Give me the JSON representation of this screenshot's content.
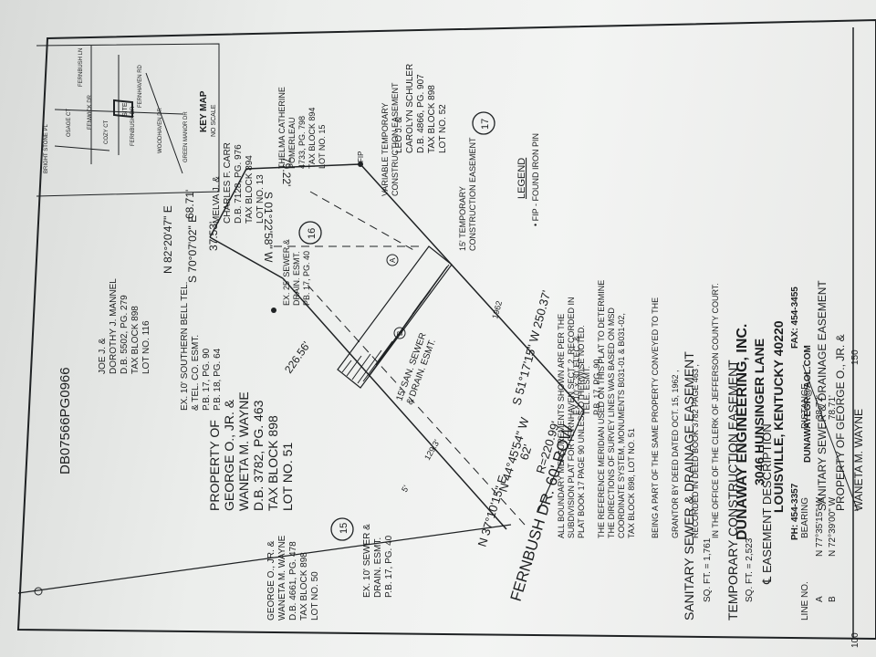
{
  "doc_id": "DB07566PG0966",
  "key_map": {
    "title": "KEY MAP",
    "no_scale": "NO SCALE",
    "site": "SITE",
    "streets": [
      "FERNBUSH LN",
      "FERNHAVEN RD",
      "FERNBUSH DR",
      "FENWICK DR",
      "COZY CT",
      "WOODHAVEN DR",
      "GREEN MANOR DR",
      "OSAGE CT",
      "BRIGHT STONE PL"
    ]
  },
  "parcels": {
    "p15_owner": [
      "GEORGE O., JR. &",
      "WANETA M. WAYNE",
      "D.B. 4661, PG. 478",
      "TAX BLOCK 898",
      "LOT NO. 50"
    ],
    "p15_num": "15",
    "subject": [
      "PROPERTY OF",
      "GEORGE O., JR. &",
      "WANETA M. WAYNE",
      "D.B. 3782, PG. 463",
      "TAX BLOCK 898",
      "LOT NO. 51"
    ],
    "joe": [
      "JOE J. &",
      "DOROTHY J. MANNEL",
      "D.B. 5502, PG. 279",
      "TAX BLOCK 898",
      "LOT NO. 116"
    ],
    "melva": [
      "MELVA J. &",
      "CHARLES F. CARR",
      "D.B. 7128, PG. 976",
      "TAX BLOCK 894",
      "LOT NO. 13"
    ],
    "p16_num": "16",
    "thelma": [
      "THELMA CATHERINE",
      "POMERLEAU",
      "4733, PG. 798",
      "TAX BLOCK 894",
      "LOT NO. 15"
    ],
    "leo": [
      "LEO J. &",
      "CAROLYN SCHULER",
      "D.B. 4866, PG. 907",
      "TAX BLOCK 898",
      "LOT NO. 52"
    ],
    "p17_num": "17"
  },
  "easements": {
    "southern_bell": [
      "EX. 10' SOUTHERN BELL TEL.",
      "& TEL. CO. ESMT.",
      "P.B. 17, PG. 90",
      "P.B. 18, PG. 64"
    ],
    "sewer25": [
      "EX. 25' SEWER &",
      "DRAIN. ESMT.",
      "PB. 17, PG. 40"
    ],
    "san15": [
      "15' SAN. SEWER",
      "& DRAIN. ESMT."
    ],
    "sewer10": [
      "EX. 10' SEWER &",
      "DRAIN. ESMT.",
      "P.B. 17, PG. 40"
    ],
    "elec": [
      "EX. 10' x 30' ELEC. &",
      "TELE. ESMT.",
      "P.B. 17, PG. 90"
    ],
    "variable": [
      "VARIABLE TEMPORARY",
      "CONSTRUCTION EASEMENT"
    ],
    "temp15": [
      "15' TEMPORARY",
      "CONSTRUCTION EASEMENT"
    ]
  },
  "bearings": {
    "b1": "N 82°20'47\" E",
    "d1": "68.71'",
    "b2": "S 70°07'02\" E",
    "d2": "37.53'",
    "b3": "S 01°22'58\" W",
    "d3": "79.22'",
    "b4": "N 44°45'54\" W",
    "d4": "62'",
    "r": "R=220.99'",
    "b5": "S 51°17'15\" W 250.37'",
    "b6": "N 37°10'15\" E",
    "d6": "226.56'",
    "d7": "129.3'",
    "d8": "5'",
    "d9": "1962",
    "fip": "FIP",
    "pt_a": "A",
    "pt_b": "B"
  },
  "road": "FERNBUSH DR. 60' ROW",
  "legend": {
    "title": "LEGEND",
    "fip": "• FIP  -  FOUND IRON PIN"
  },
  "notes": [
    "ALL BOUNDARY MEASUREMENTS SHOWN ARE PER THE",
    "SUBDIVISION PLAT FOR FERNHAVEN SECT. 2, RECORDED IN",
    "PLAT BOOK 17 PAGE 90 UNLESS OTHERWISE NOTED.",
    "THE REFERENCE MERIDIAN USED ON THIS PLAT TO DETERMINE",
    "THE DIRECTIONS OF SURVEY LINES WAS BASED ON MSD",
    "COORDINATE SYSTEM, MONUMENTS B031-01 & B031-02,",
    "TAX BLOCK 898, LOT NO. 51",
    "BEING A PART OF THE SAME PROPERTY CONVEYED TO THE",
    "GRANTOR BY DEED DATED  OCT. 15, 1962 ,",
    "RECORDED IN DEED BOOK  3782  PAGE  463 ,",
    "IN THE OFFICE OF THE CLERK OF JEFFERSON COUNTY COURT."
  ],
  "firm": {
    "name": "DUNAWAY ENGINEERING, INC.",
    "address": "3046 HUNSINGER LANE",
    "city": "LOUISVILLE, KENTUCKY 40220",
    "phone": "PH: 454-3357",
    "fax": "FAX: 454-3455",
    "email": "DUNAWAYEGR@AOL.COM"
  },
  "title_block": [
    "SANITARY SEWER & DRAINAGE EASEMENT",
    "PROPERTY OF GEORGE O., JR. &",
    "WANETA M. WAYNE"
  ],
  "areas": {
    "sanitary_title": "SANITARY SEWER & DRAINAGE EASEMENT",
    "sanitary_sqft": "SQ. FT. = 1,761",
    "temp_title": "TEMPORARY CONSTRUCTION EASEMENT",
    "temp_sqft": "SQ. FT. = 2,523"
  },
  "easement_table": {
    "title": "℄ EASEMENT DESCRIPTION",
    "headers": [
      "LINE NO.",
      "BEARING",
      "DISTANCE"
    ],
    "rows": [
      [
        "A",
        "N 77°35'15\" W",
        "38.72'"
      ],
      [
        "B",
        "N 72°39'00\" W",
        "78.71'"
      ]
    ]
  },
  "scale_marks": [
    "100",
    "150"
  ]
}
